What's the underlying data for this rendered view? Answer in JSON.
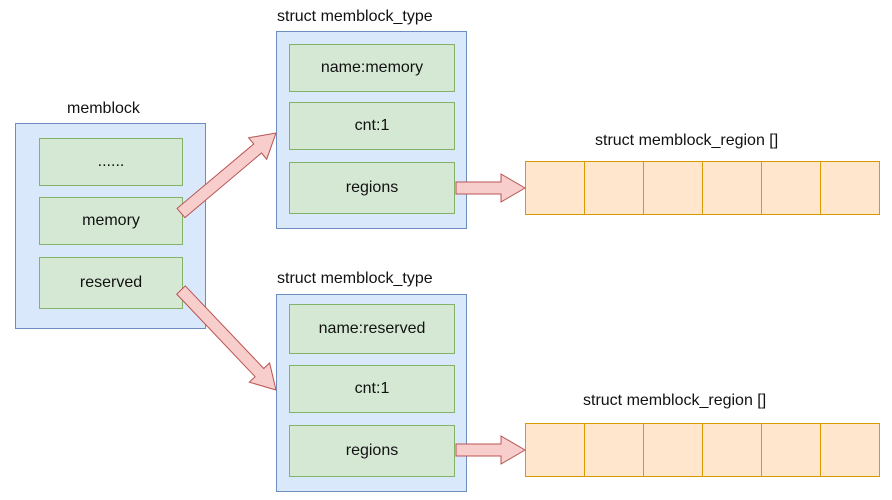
{
  "memblock": {
    "title": "memblock",
    "fields": [
      "......",
      "memory",
      "reserved"
    ]
  },
  "memory_type": {
    "title": "struct memblock_type",
    "fields": [
      "name:memory",
      "cnt:1",
      "regions"
    ]
  },
  "reserved_type": {
    "title": "struct memblock_type",
    "fields": [
      "name:reserved",
      "cnt:1",
      "regions"
    ]
  },
  "memory_regions": {
    "title": "struct memblock_region []",
    "cell_count": 6
  },
  "reserved_regions": {
    "title": "struct memblock_region []",
    "cell_count": 6
  },
  "colors": {
    "container_fill": "#dae8fc",
    "container_stroke": "#6c8ebf",
    "field_fill": "#d5e8d4",
    "field_stroke": "#82b366",
    "region_fill": "#ffe6cc",
    "region_stroke": "#d79b00",
    "arrow_fill": "#f8cecc",
    "arrow_stroke": "#b85450"
  }
}
